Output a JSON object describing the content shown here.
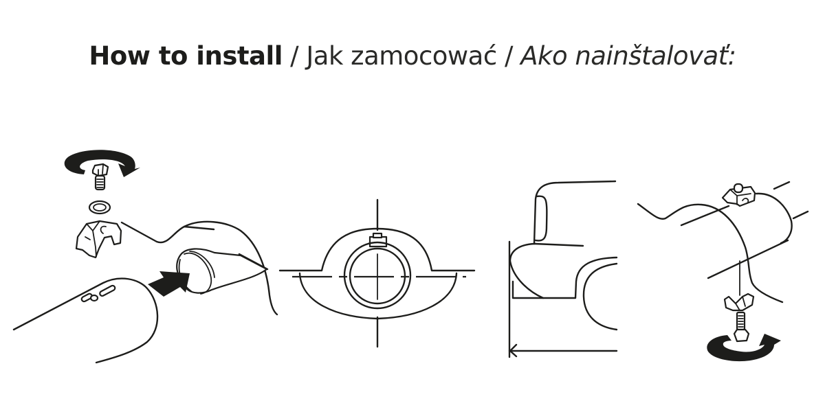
{
  "header": {
    "title_en": "How to install",
    "separator_1": " / ",
    "title_pl": "Jak zamocować",
    "separator_2": " / ",
    "title_sk": "Ako nainštalovať:"
  },
  "steps": [
    {
      "id": 1,
      "description": "Bolt, washer and clamp above pipe; arrow shows pipe end being inserted into sleeve",
      "icons": [
        "rotate-arrow-icon",
        "bolt-icon",
        "washer-icon",
        "clamp-icon",
        "insert-arrow-icon"
      ]
    },
    {
      "id": 2,
      "description": "Front cross-section view of clamp around pipe with centerlines",
      "icons": [
        "centerline-icon"
      ]
    },
    {
      "id": 3,
      "description": "Side profile of vehicle bumper with distance arrow",
      "icons": [
        "distance-arrow-icon"
      ]
    },
    {
      "id": 4,
      "description": "Clamp mounted on pipe, bolt tightened from below",
      "icons": [
        "clamp-icon",
        "bolt-icon",
        "rotate-arrow-icon"
      ]
    }
  ],
  "colors": {
    "ink": "#1d1d1b",
    "background": "#ffffff"
  }
}
